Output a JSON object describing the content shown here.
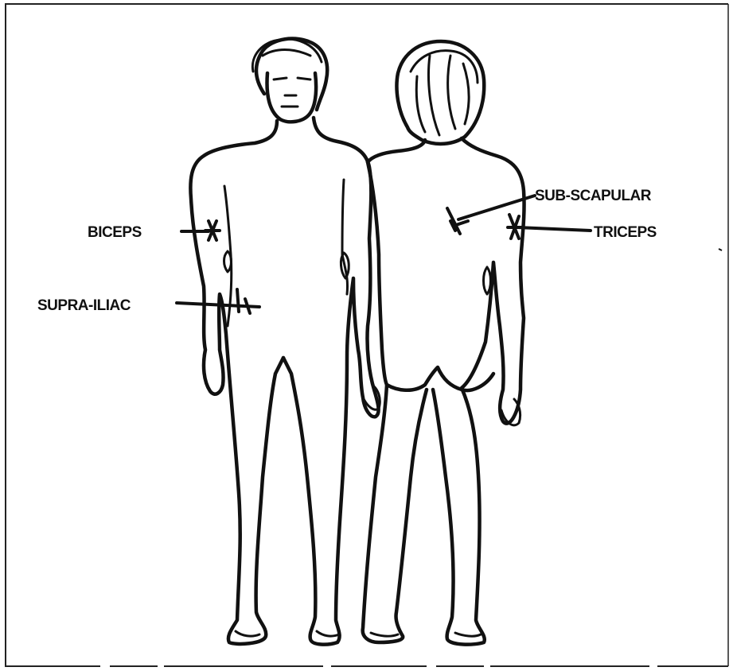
{
  "labels": {
    "biceps": "BICEPS",
    "supra_iliac": "SUPRA-ILIAC",
    "sub_scapular": "SUB-SCAPULAR",
    "triceps": "TRICEPS"
  },
  "colors": {
    "ink": "#111111",
    "background": "#ffffff"
  }
}
